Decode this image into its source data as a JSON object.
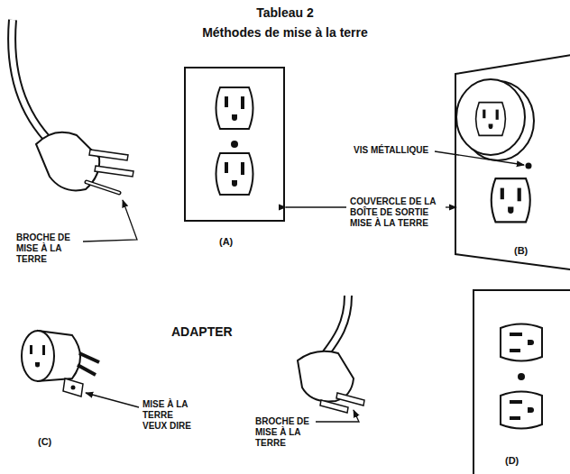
{
  "diagram": {
    "title": "Tableau 2",
    "labels": [
      "Méthodes de mise à la terre",
      "BROCHE DE MISE À LA TERRE",
      "(A)",
      "VIS MÉTALLIQUE",
      "COUVERCLE DE LA BOÎTE DE SORTIE MISE À LA TERRE",
      "(B)",
      "ADAPTER",
      "MISE À LA TERRE VEUX DIRE",
      "(C)",
      "BROCHE DE MISE À LA TERRE",
      "(D)"
    ]
  }
}
